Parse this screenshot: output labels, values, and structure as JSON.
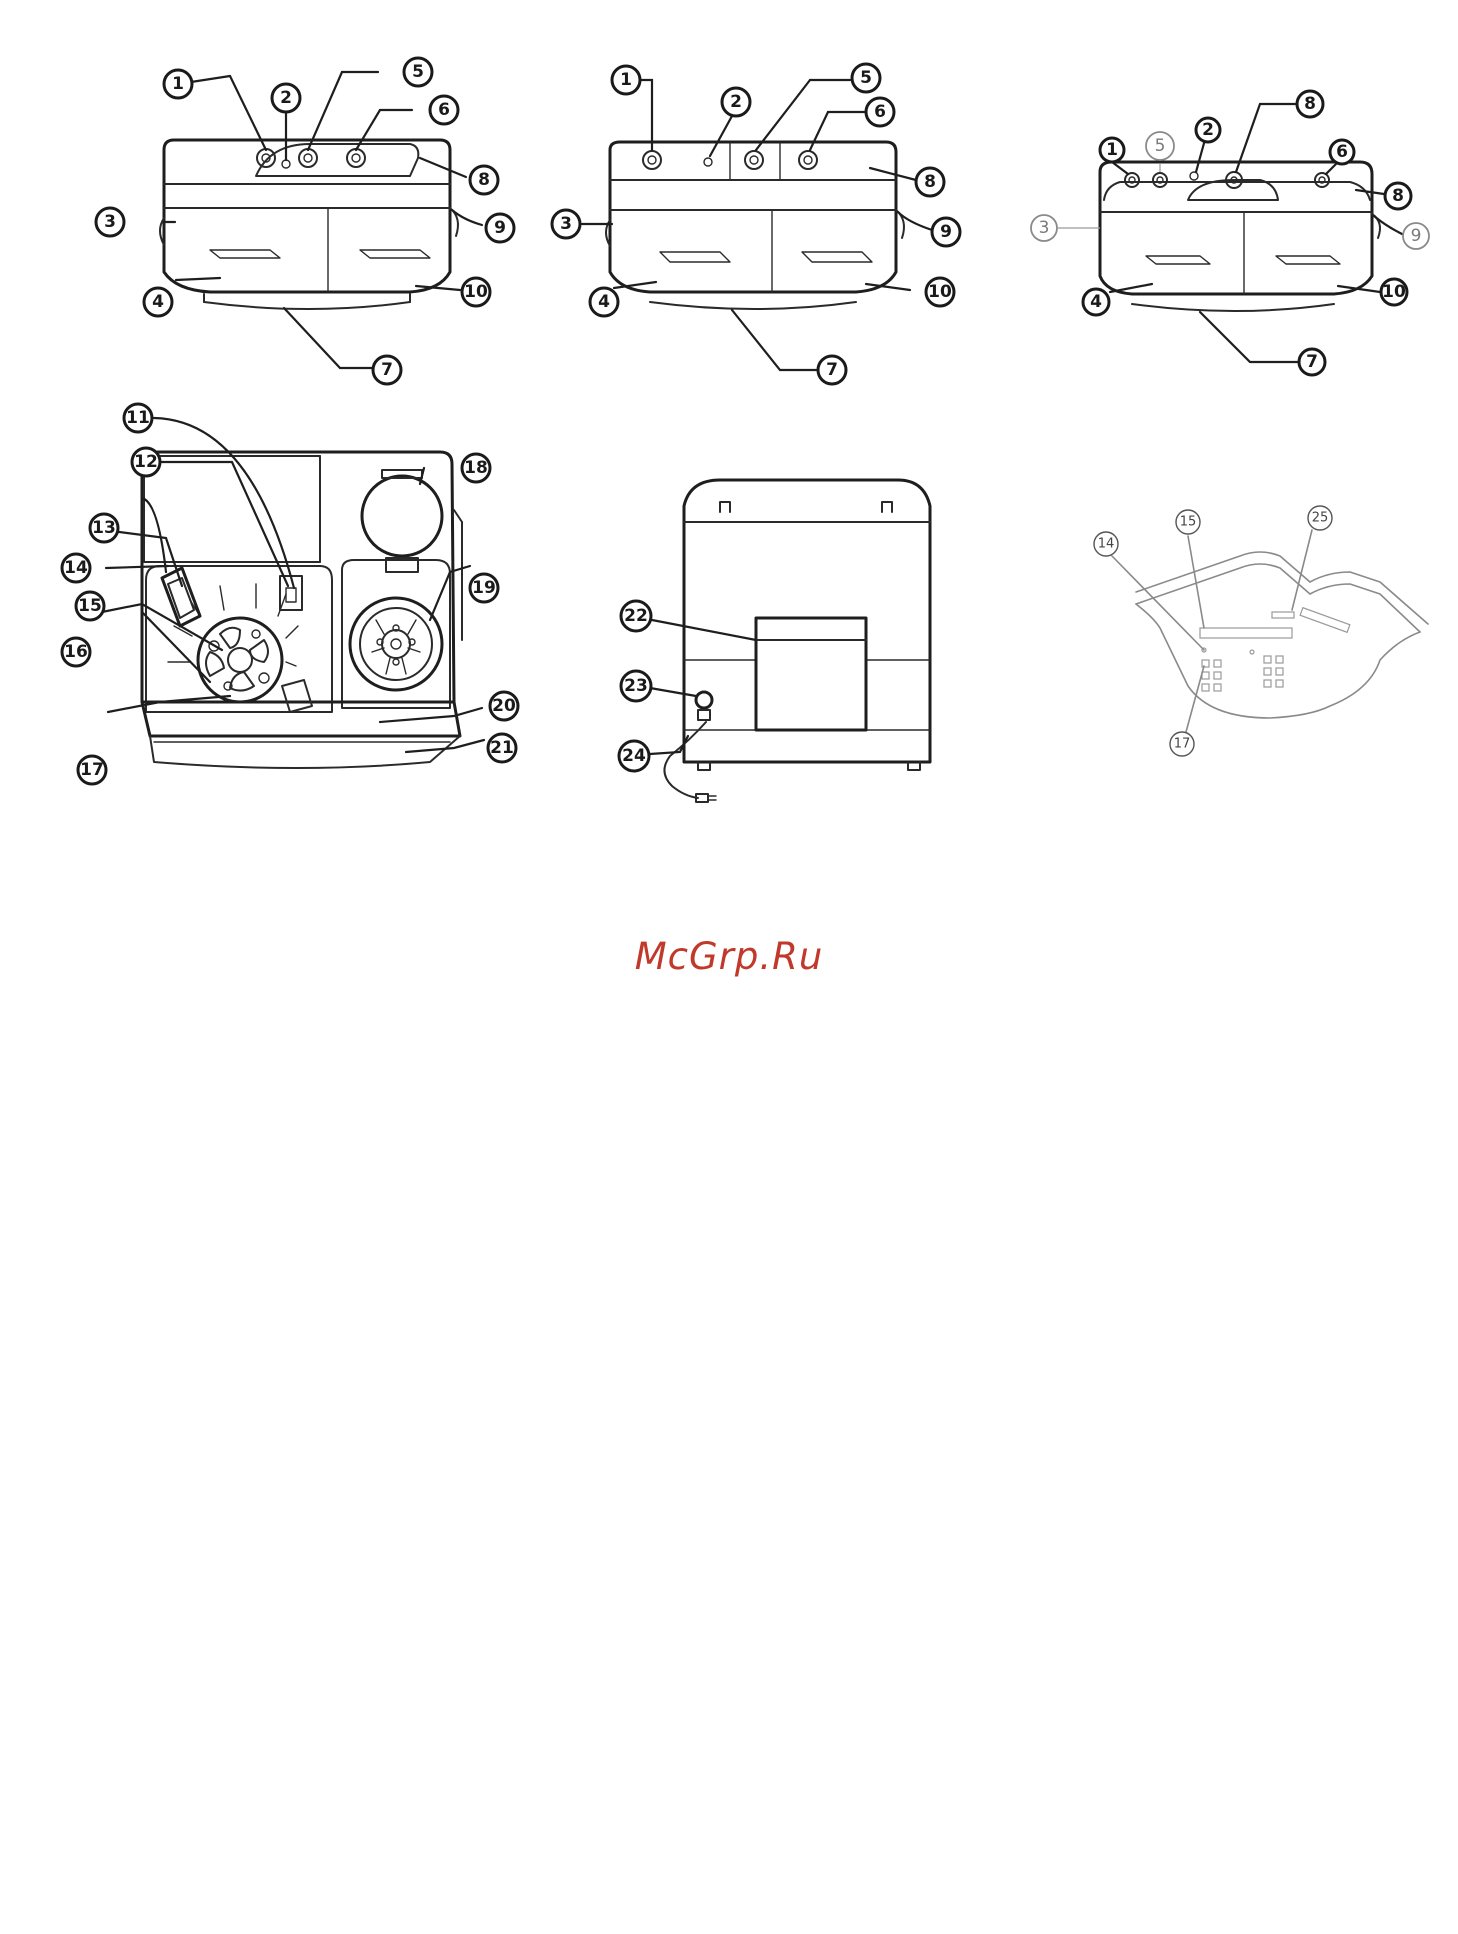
{
  "watermark": "McGrp.Ru",
  "figures": [
    {
      "id": "top-view-a",
      "labels": [
        "1",
        "2",
        "3",
        "4",
        "5",
        "6",
        "7",
        "8",
        "9",
        "10"
      ]
    },
    {
      "id": "top-view-b",
      "labels": [
        "1",
        "2",
        "3",
        "4",
        "5",
        "6",
        "7",
        "8",
        "9",
        "10"
      ]
    },
    {
      "id": "top-view-c",
      "labels": [
        "1",
        "5",
        "2",
        "8",
        "6",
        "8",
        "3",
        "9",
        "4",
        "10",
        "7"
      ]
    },
    {
      "id": "open-view",
      "labels": [
        "11",
        "12",
        "13",
        "14",
        "15",
        "16",
        "17",
        "18",
        "19",
        "20",
        "21"
      ]
    },
    {
      "id": "rear-view",
      "labels": [
        "22",
        "23",
        "24"
      ]
    },
    {
      "id": "control-panel",
      "labels": [
        "14",
        "15",
        "25",
        "17"
      ]
    }
  ]
}
